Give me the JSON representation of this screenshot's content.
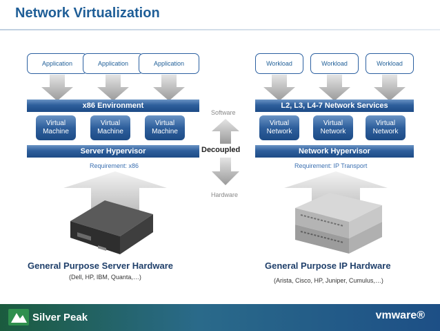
{
  "title": "Network Virtualization",
  "left": {
    "apps": [
      "Application",
      "Application",
      "Application"
    ],
    "band_label": "x86 Environment",
    "vms": [
      "Virtual Machine",
      "Virtual Machine",
      "Virtual Machine"
    ],
    "hypervisor": "Server Hypervisor",
    "requirement": "Requirement: x86",
    "hw_title": "General Purpose Server Hardware",
    "hw_sub": "(Dell, HP, IBM, Quanta,…)"
  },
  "right": {
    "workloads": [
      "Workload",
      "Workload",
      "Workload"
    ],
    "band_label": "L2, L3, L4-7 Network Services",
    "vns": [
      "Virtual Network",
      "Virtual Network",
      "Virtual Network"
    ],
    "hypervisor": "Network Hypervisor",
    "requirement": "Requirement: IP Transport",
    "hw_title": "General Purpose IP Hardware",
    "hw_sub": "(Arista, Cisco, HP, Juniper, Cumulus,…)"
  },
  "middle": {
    "software": "Software",
    "decoupled": "Decoupled",
    "hardware": "Hardware"
  },
  "footer": {
    "left_logo": "Silver Peak",
    "right_logo": "vmware®"
  },
  "colors": {
    "title": "#1f5e97",
    "band": "#2e5f9c",
    "pill_border": "#2a5fa0",
    "requirement": "#3a6fb0",
    "footer_green": "#1b5b3e",
    "footer_blue": "#1d4f86"
  }
}
